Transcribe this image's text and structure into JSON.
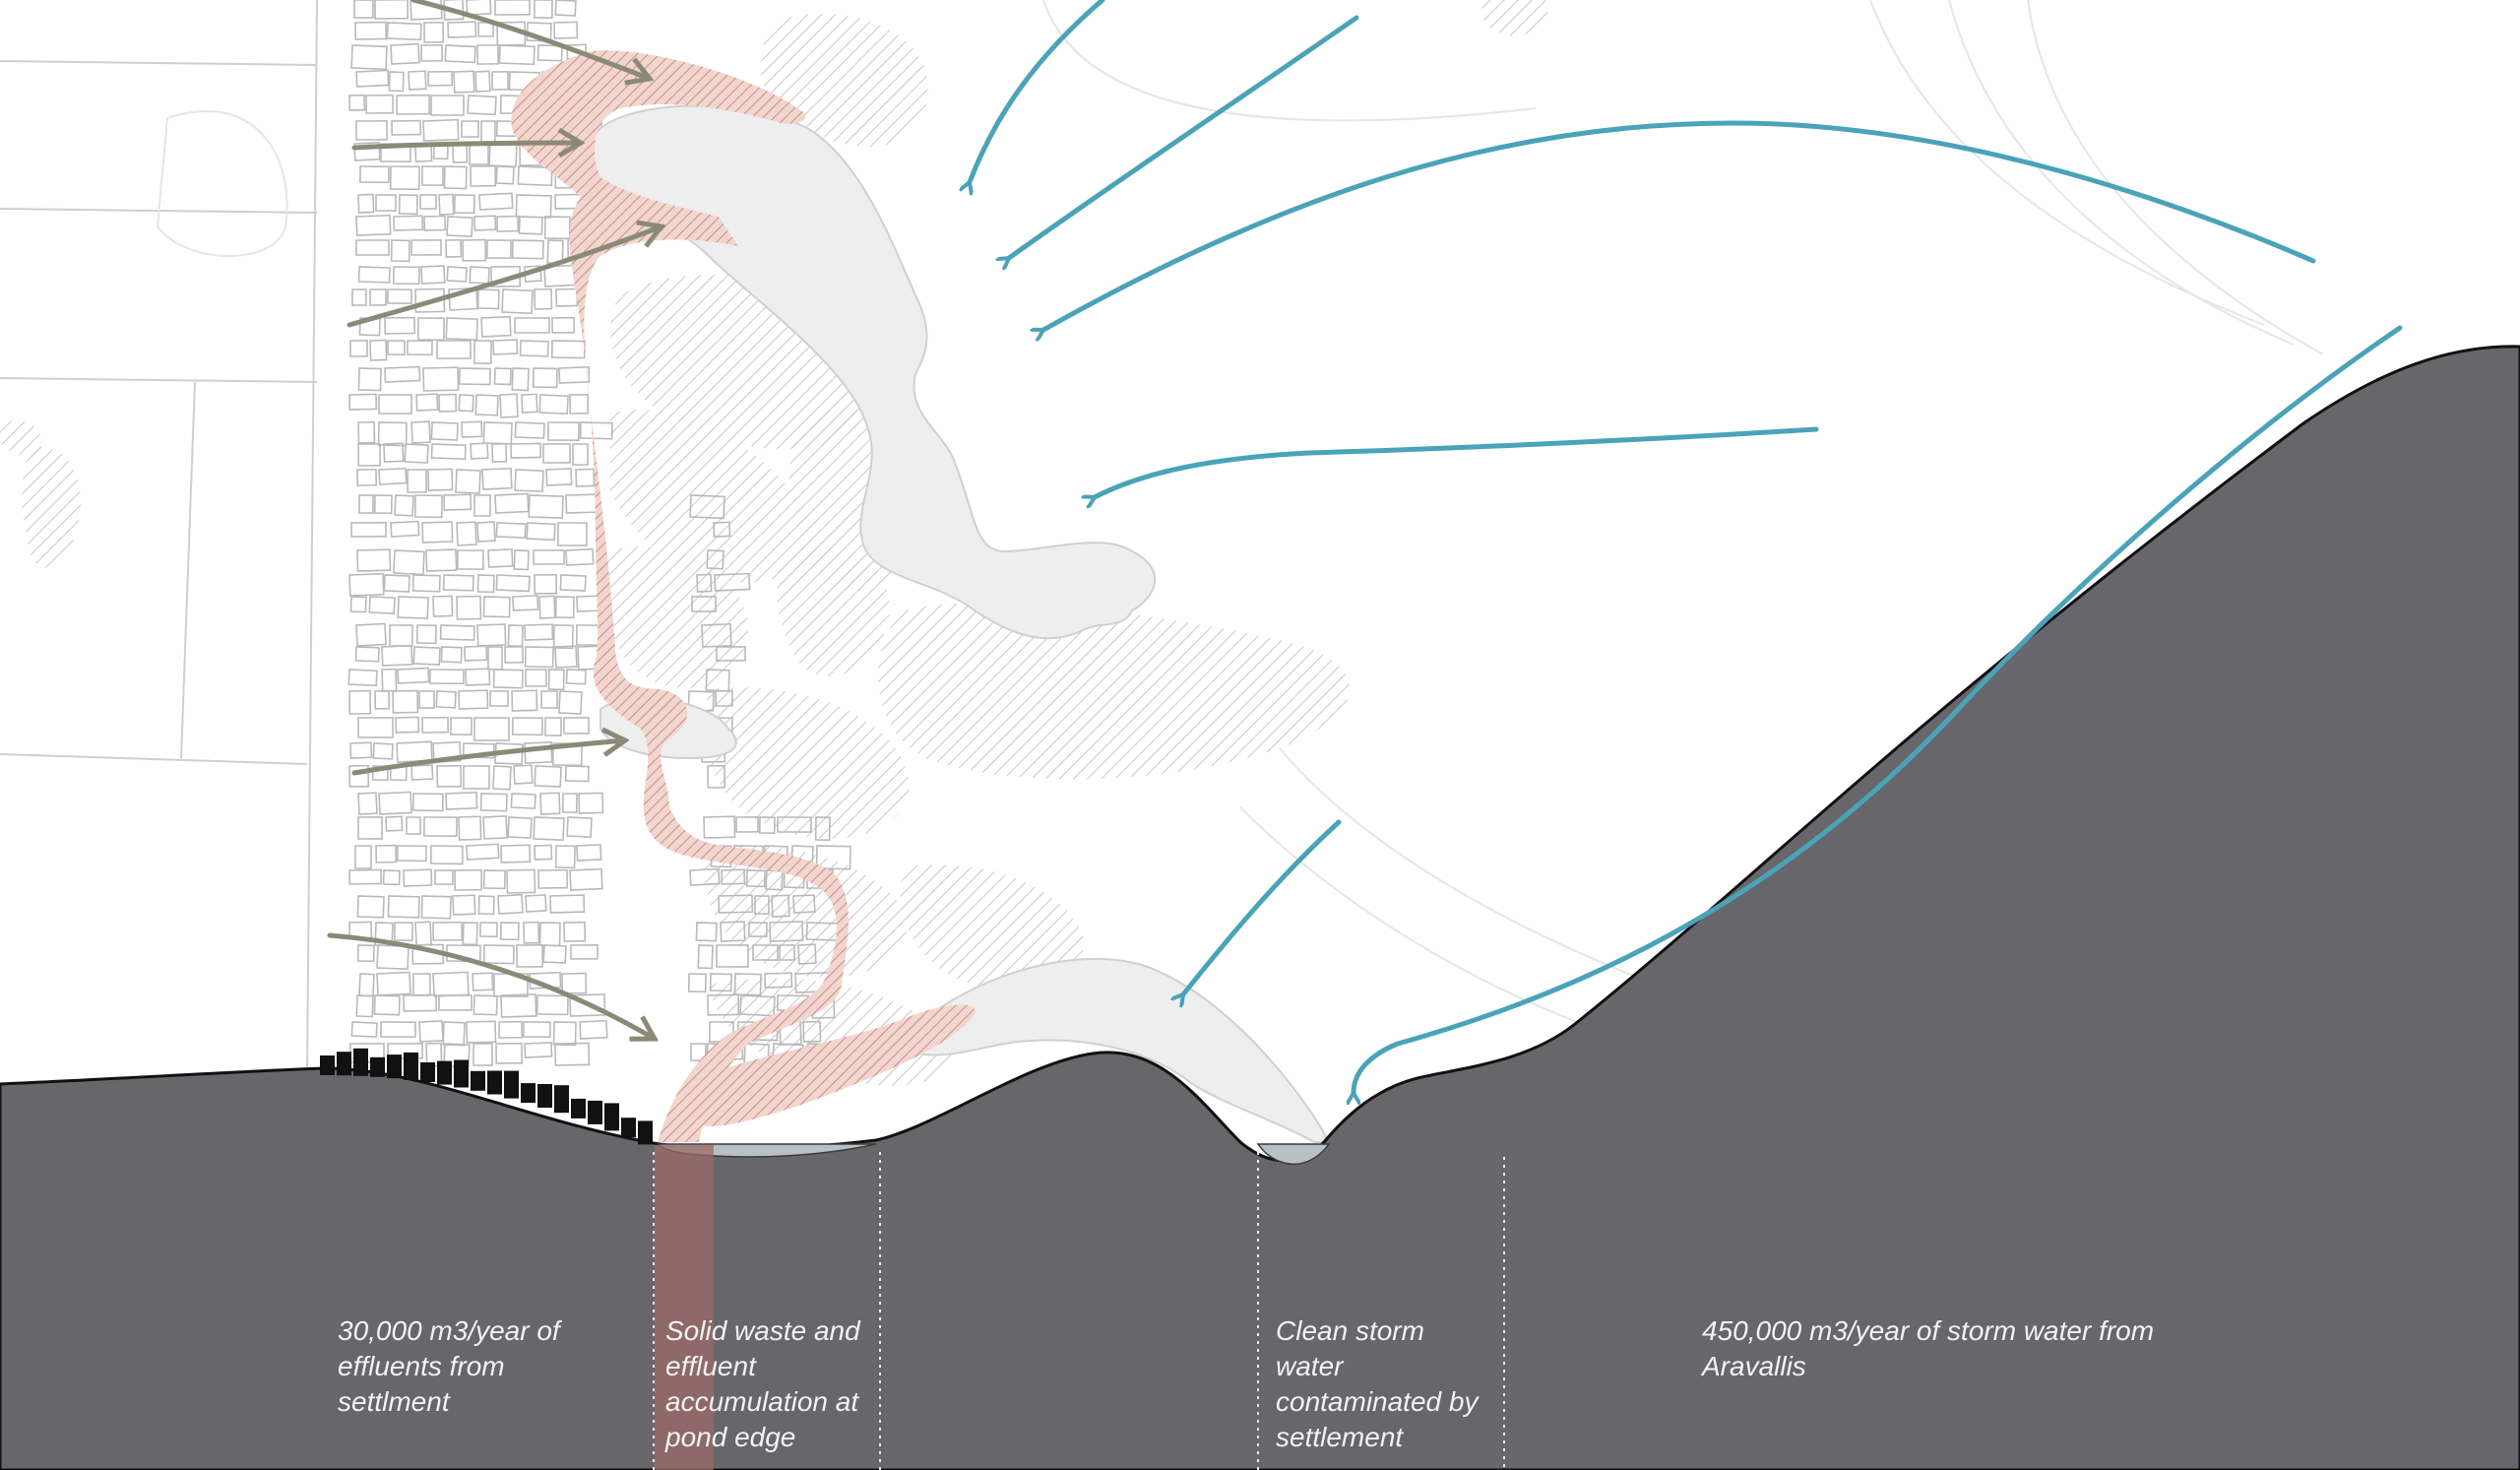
{
  "captions": {
    "effluents_settlement": "30,000 m3/year of\neffluents from\nsettlment",
    "solid_waste_accumulation": "Solid waste and\neffluent\naccumulation at\npond edge",
    "clean_storm_water": "Clean storm\nwater\ncontaminated by\nsettlement",
    "storm_water_aravallis": "450,000 m3/year of storm water from\nAravallis"
  },
  "colors": {
    "ground": "#67666b",
    "storm_water_arrow": "#4aa3b8",
    "effluent_arrow": "#8b8a78",
    "effluent_flow": "#d9a49b",
    "effluent_column": "#9b6b66",
    "pond_water": "#b7c0c4",
    "pond_plan": "#eeeeee",
    "settlement_outline": "#b9b9b9",
    "hatch": "#c8c8c8",
    "label_text": "#f2f2f2"
  }
}
